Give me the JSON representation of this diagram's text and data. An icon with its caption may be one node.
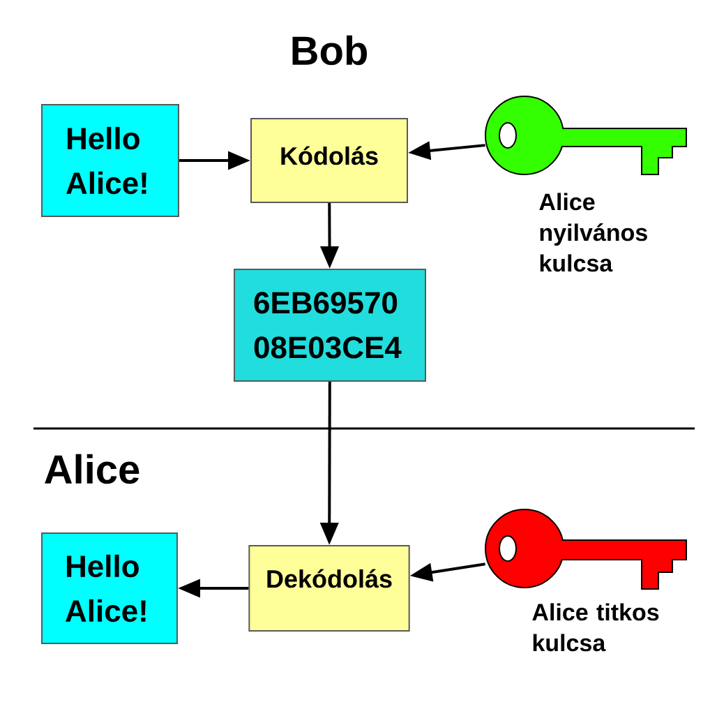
{
  "diagram": {
    "nodes": [
      {
        "text": [
          "Hello Alice!"
        ]
      },
      {
        "text": [
          "Kódolás"
        ]
      },
      {
        "text": [],
        "shape": "key",
        "beside": [
          "Alice nyilvános kulcsa"
        ]
      },
      {
        "text": [
          "6EB69570 08E03CE4"
        ]
      },
      {
        "text": [
          "Dekódolás"
        ]
      },
      {
        "text": [
          "Hello Alice!"
        ]
      },
      {
        "text": [],
        "shape": "key",
        "beside": [
          "Alice titkos kulcsa"
        ]
      }
    ],
    "edges": [
      {
        "from": 0,
        "to": 1,
        "arrow": "to"
      },
      {
        "from": 2,
        "to": 1,
        "arrow": "to"
      },
      {
        "from": 1,
        "to": 3,
        "arrow": "to"
      },
      {
        "from": 3,
        "to": 4,
        "arrow": "to"
      },
      {
        "from": 6,
        "to": 4,
        "arrow": "to"
      },
      {
        "from": 4,
        "to": 5,
        "arrow": "to"
      }
    ],
    "labels": [
      "Bob",
      "Alice"
    ]
  }
}
